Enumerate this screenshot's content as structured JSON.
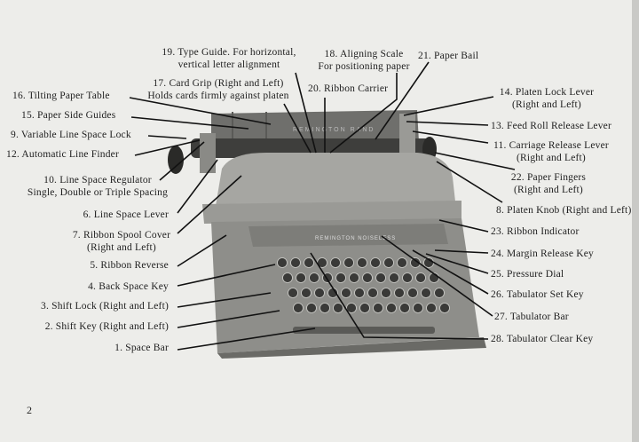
{
  "page_number": "2",
  "top_labels": {
    "type_guide": [
      "19. Type Guide. For horizontal,",
      "vertical letter alignment"
    ],
    "card_grip": [
      "17. Card Grip  (Right and Left)",
      "Holds cards firmly against platen"
    ],
    "aligning_scale": [
      "18. Aligning Scale",
      "For positioning paper"
    ],
    "ribbon_carrier": "20. Ribbon Carrier",
    "paper_bail": "21. Paper Bail"
  },
  "left_labels": {
    "tilting_paper_table": "16. Tilting Paper Table",
    "paper_side_guides": "15. Paper Side Guides",
    "variable_line_space_lock": "9. Variable Line Space Lock",
    "automatic_line_finder": "12. Automatic Line Finder",
    "line_space_regulator": [
      "10. Line Space Regulator",
      "Single, Double or Triple Spacing"
    ],
    "line_space_lever": "6. Line Space Lever",
    "ribbon_spool_cover": [
      "7. Ribbon Spool Cover",
      "(Right and Left)"
    ],
    "ribbon_reverse": "5. Ribbon Reverse",
    "back_space_key": "4. Back Space Key",
    "shift_lock": "3. Shift Lock  (Right and Left)",
    "shift_key": "2. Shift Key  (Right and Left)",
    "space_bar": "1. Space Bar"
  },
  "right_labels": {
    "platen_lock_lever": [
      "14. Platen Lock Lever",
      "(Right and Left)"
    ],
    "feed_roll_release_lever": "13. Feed Roll Release Lever",
    "carriage_release_lever": [
      "11. Carriage Release Lever",
      "(Right and Left)"
    ],
    "paper_fingers": [
      "22. Paper Fingers",
      "(Right and Left)"
    ],
    "platen_knob": "8. Platen Knob  (Right and Left)",
    "ribbon_indicator": "23. Ribbon Indicator",
    "margin_release_key": "24. Margin Release Key",
    "pressure_dial": "25. Pressure Dial",
    "tabulator_set_key": "26. Tabulator Set Key",
    "tabulator_bar": "27. Tabulator Bar",
    "tabulator_clear_key": "28. Tabulator Clear Key"
  },
  "logo": {
    "paper_table": "REMINGTON RAND",
    "front_panel": "REMINGTON NOISELESS"
  }
}
